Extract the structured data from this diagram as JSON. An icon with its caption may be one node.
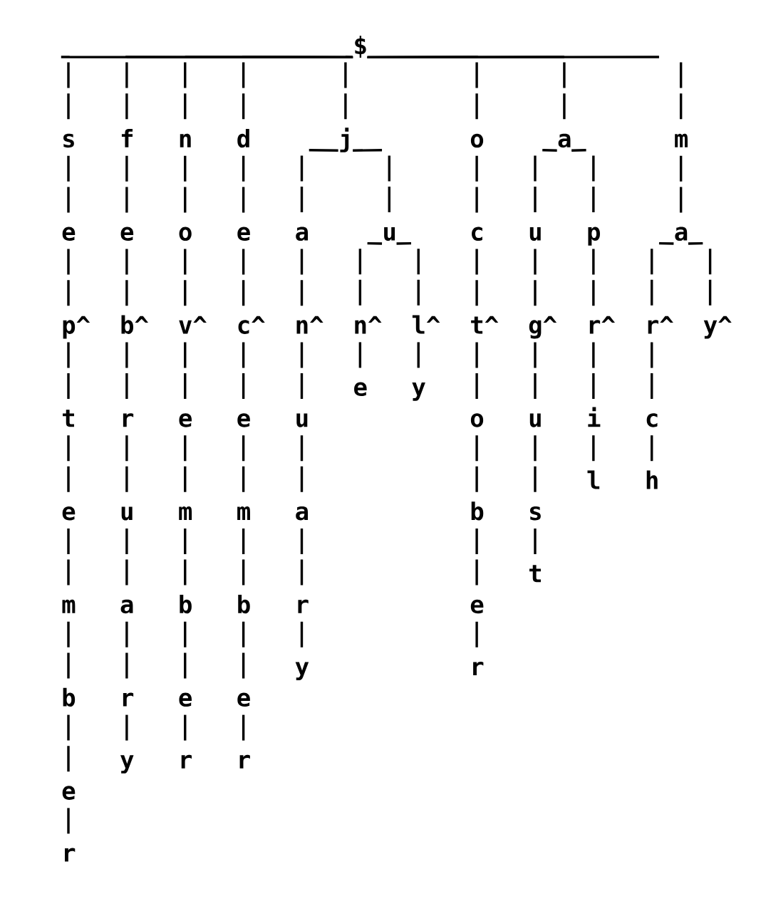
{
  "diagram": {
    "nodes": [
      {
        "text": [
          "$"
        ]
      },
      {
        "text": [
          "s"
        ]
      },
      {
        "text": [
          "f"
        ]
      },
      {
        "text": [
          "n"
        ]
      },
      {
        "text": [
          "d"
        ]
      },
      {
        "text": [
          "j"
        ]
      },
      {
        "text": [
          "o"
        ]
      },
      {
        "text": [
          "a"
        ]
      },
      {
        "text": [
          "m"
        ]
      },
      {
        "text": [
          "e"
        ]
      },
      {
        "text": [
          "e"
        ]
      },
      {
        "text": [
          "o"
        ]
      },
      {
        "text": [
          "e"
        ]
      },
      {
        "text": [
          "a"
        ]
      },
      {
        "text": [
          "u"
        ]
      },
      {
        "text": [
          "c"
        ]
      },
      {
        "text": [
          "u"
        ]
      },
      {
        "text": [
          "p"
        ]
      },
      {
        "text": [
          "a"
        ]
      },
      {
        "text": [
          "p^"
        ]
      },
      {
        "text": [
          "b^"
        ]
      },
      {
        "text": [
          "v^"
        ]
      },
      {
        "text": [
          "c^"
        ]
      },
      {
        "text": [
          "n^"
        ]
      },
      {
        "text": [
          "n^"
        ]
      },
      {
        "text": [
          "l^"
        ]
      },
      {
        "text": [
          "t^"
        ]
      },
      {
        "text": [
          "g^"
        ]
      },
      {
        "text": [
          "r^"
        ]
      },
      {
        "text": [
          "r^"
        ]
      },
      {
        "text": [
          "y^"
        ]
      },
      {
        "text": [
          "e"
        ]
      },
      {
        "text": [
          "y"
        ]
      },
      {
        "text": [
          "t"
        ]
      },
      {
        "text": [
          "r"
        ]
      },
      {
        "text": [
          "e"
        ]
      },
      {
        "text": [
          "e"
        ]
      },
      {
        "text": [
          "u"
        ]
      },
      {
        "text": [
          "o"
        ]
      },
      {
        "text": [
          "u"
        ]
      },
      {
        "text": [
          "i"
        ]
      },
      {
        "text": [
          "c"
        ]
      },
      {
        "text": [
          "l"
        ]
      },
      {
        "text": [
          "h"
        ]
      },
      {
        "text": [
          "e"
        ]
      },
      {
        "text": [
          "u"
        ]
      },
      {
        "text": [
          "m"
        ]
      },
      {
        "text": [
          "m"
        ]
      },
      {
        "text": [
          "a"
        ]
      },
      {
        "text": [
          "b"
        ]
      },
      {
        "text": [
          "s"
        ]
      },
      {
        "text": [
          "t"
        ]
      },
      {
        "text": [
          "m"
        ]
      },
      {
        "text": [
          "a"
        ]
      },
      {
        "text": [
          "b"
        ]
      },
      {
        "text": [
          "b"
        ]
      },
      {
        "text": [
          "r"
        ]
      },
      {
        "text": [
          "e"
        ]
      },
      {
        "text": [
          "y"
        ]
      },
      {
        "text": [
          "r"
        ]
      },
      {
        "text": [
          "b"
        ]
      },
      {
        "text": [
          "r"
        ]
      },
      {
        "text": [
          "e"
        ]
      },
      {
        "text": [
          "e"
        ]
      },
      {
        "text": [
          "y"
        ]
      },
      {
        "text": [
          "r"
        ]
      },
      {
        "text": [
          "r"
        ]
      },
      {
        "text": [
          "e"
        ]
      },
      {
        "text": [
          "r"
        ]
      }
    ],
    "edges": [
      {
        "from": 0,
        "to": 1,
        "arrow": "none"
      },
      {
        "from": 0,
        "to": 2,
        "arrow": "none"
      },
      {
        "from": 0,
        "to": 3,
        "arrow": "none"
      },
      {
        "from": 0,
        "to": 4,
        "arrow": "none"
      },
      {
        "from": 0,
        "to": 5,
        "arrow": "none"
      },
      {
        "from": 0,
        "to": 6,
        "arrow": "none"
      },
      {
        "from": 0,
        "to": 7,
        "arrow": "none"
      },
      {
        "from": 0,
        "to": 8,
        "arrow": "none"
      },
      {
        "from": 1,
        "to": 9,
        "arrow": "none"
      },
      {
        "from": 2,
        "to": 10,
        "arrow": "none"
      },
      {
        "from": 3,
        "to": 11,
        "arrow": "none"
      },
      {
        "from": 4,
        "to": 12,
        "arrow": "none"
      },
      {
        "from": 5,
        "to": 13,
        "arrow": "none"
      },
      {
        "from": 5,
        "to": 14,
        "arrow": "none"
      },
      {
        "from": 6,
        "to": 15,
        "arrow": "none"
      },
      {
        "from": 7,
        "to": 16,
        "arrow": "none"
      },
      {
        "from": 7,
        "to": 17,
        "arrow": "none"
      },
      {
        "from": 8,
        "to": 18,
        "arrow": "none"
      },
      {
        "from": 9,
        "to": 19,
        "arrow": "none"
      },
      {
        "from": 10,
        "to": 20,
        "arrow": "none"
      },
      {
        "from": 11,
        "to": 21,
        "arrow": "none"
      },
      {
        "from": 12,
        "to": 22,
        "arrow": "none"
      },
      {
        "from": 13,
        "to": 23,
        "arrow": "none"
      },
      {
        "from": 14,
        "to": 24,
        "arrow": "none"
      },
      {
        "from": 14,
        "to": 25,
        "arrow": "none"
      },
      {
        "from": 15,
        "to": 26,
        "arrow": "none"
      },
      {
        "from": 16,
        "to": 27,
        "arrow": "none"
      },
      {
        "from": 17,
        "to": 28,
        "arrow": "none"
      },
      {
        "from": 18,
        "to": 29,
        "arrow": "none"
      },
      {
        "from": 18,
        "to": 30,
        "arrow": "none"
      },
      {
        "from": 24,
        "to": 31,
        "arrow": "none"
      },
      {
        "from": 25,
        "to": 32,
        "arrow": "none"
      },
      {
        "from": 19,
        "to": 33,
        "arrow": "none"
      },
      {
        "from": 20,
        "to": 34,
        "arrow": "none"
      },
      {
        "from": 21,
        "to": 35,
        "arrow": "none"
      },
      {
        "from": 22,
        "to": 36,
        "arrow": "none"
      },
      {
        "from": 23,
        "to": 37,
        "arrow": "none"
      },
      {
        "from": 26,
        "to": 38,
        "arrow": "none"
      },
      {
        "from": 27,
        "to": 39,
        "arrow": "none"
      },
      {
        "from": 28,
        "to": 40,
        "arrow": "none"
      },
      {
        "from": 29,
        "to": 41,
        "arrow": "none"
      },
      {
        "from": 40,
        "to": 42,
        "arrow": "none"
      },
      {
        "from": 41,
        "to": 43,
        "arrow": "none"
      },
      {
        "from": 33,
        "to": 44,
        "arrow": "none"
      },
      {
        "from": 34,
        "to": 45,
        "arrow": "none"
      },
      {
        "from": 35,
        "to": 46,
        "arrow": "none"
      },
      {
        "from": 36,
        "to": 47,
        "arrow": "none"
      },
      {
        "from": 37,
        "to": 48,
        "arrow": "none"
      },
      {
        "from": 38,
        "to": 49,
        "arrow": "none"
      },
      {
        "from": 39,
        "to": 50,
        "arrow": "none"
      },
      {
        "from": 50,
        "to": 51,
        "arrow": "none"
      },
      {
        "from": 44,
        "to": 52,
        "arrow": "none"
      },
      {
        "from": 45,
        "to": 53,
        "arrow": "none"
      },
      {
        "from": 46,
        "to": 54,
        "arrow": "none"
      },
      {
        "from": 47,
        "to": 55,
        "arrow": "none"
      },
      {
        "from": 48,
        "to": 56,
        "arrow": "none"
      },
      {
        "from": 49,
        "to": 57,
        "arrow": "none"
      },
      {
        "from": 56,
        "to": 58,
        "arrow": "none"
      },
      {
        "from": 57,
        "to": 59,
        "arrow": "none"
      },
      {
        "from": 52,
        "to": 60,
        "arrow": "none"
      },
      {
        "from": 53,
        "to": 61,
        "arrow": "none"
      },
      {
        "from": 54,
        "to": 62,
        "arrow": "none"
      },
      {
        "from": 55,
        "to": 63,
        "arrow": "none"
      },
      {
        "from": 61,
        "to": 64,
        "arrow": "none"
      },
      {
        "from": 62,
        "to": 65,
        "arrow": "none"
      },
      {
        "from": 63,
        "to": 66,
        "arrow": "none"
      },
      {
        "from": 60,
        "to": 67,
        "arrow": "none"
      },
      {
        "from": 67,
        "to": 68,
        "arrow": "none"
      }
    ]
  }
}
